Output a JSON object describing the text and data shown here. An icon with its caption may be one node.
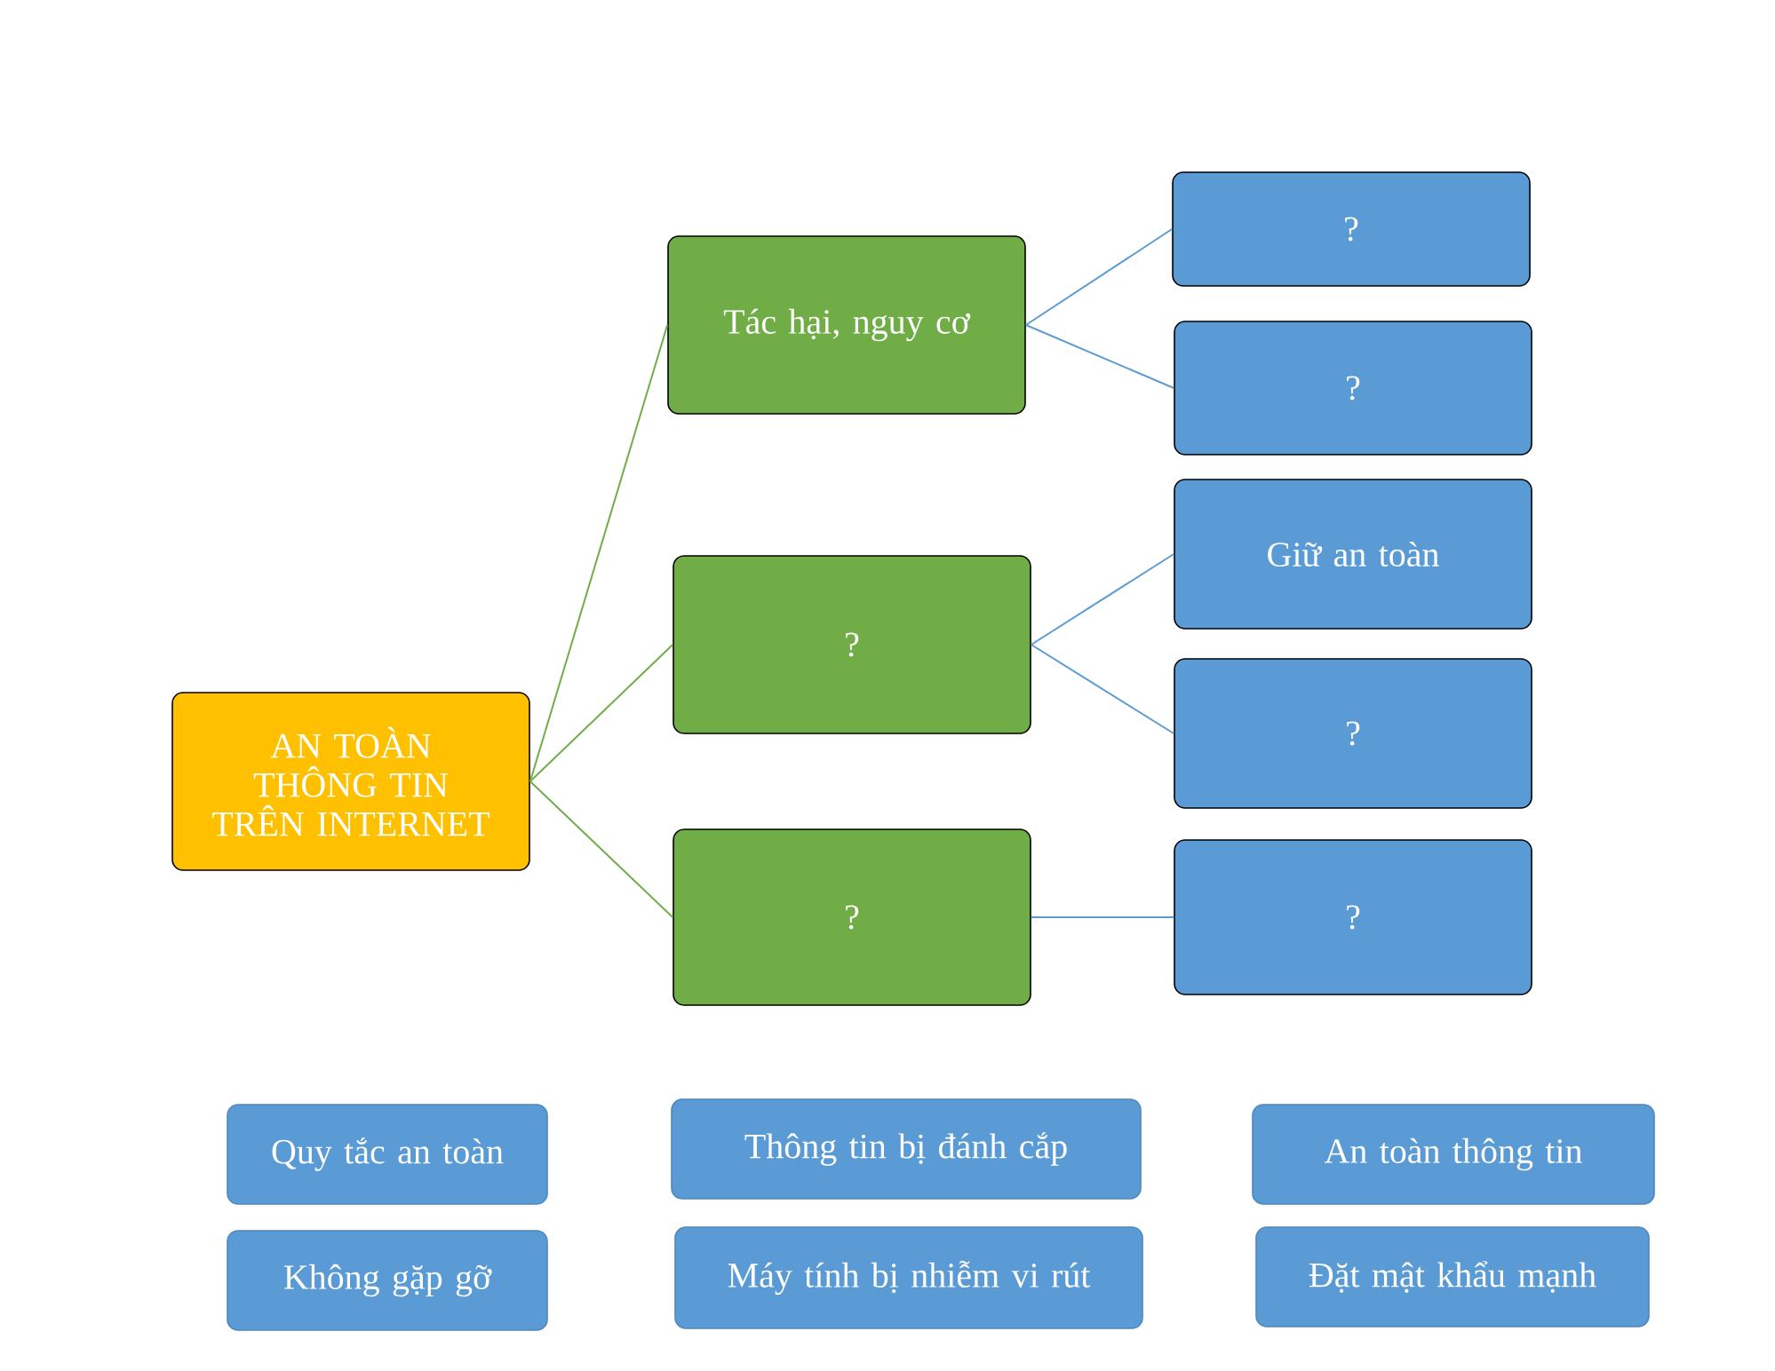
{
  "diagram": {
    "nodes": [
      {
        "text": [
          "AN TOÀN THÔNG TIN TRÊN INTERNET"
        ]
      },
      {
        "text": [
          "Tác hại, nguy cơ"
        ]
      },
      {
        "text": [
          "?"
        ]
      },
      {
        "text": [
          "?"
        ]
      },
      {
        "text": [
          "?"
        ]
      },
      {
        "text": [
          "?"
        ]
      },
      {
        "text": [
          "Giữ an toàn"
        ]
      },
      {
        "text": [
          "?"
        ]
      },
      {
        "text": [
          "?"
        ]
      },
      {
        "text": [
          "Quy tắc an toàn"
        ]
      },
      {
        "text": [
          "Thông tin bị đánh cắp"
        ]
      },
      {
        "text": [
          "An toàn thông tin"
        ]
      },
      {
        "text": [
          "Không gặp gỡ"
        ]
      },
      {
        "text": [
          "Máy tính bị nhiễm vi rút"
        ]
      },
      {
        "text": [
          "Đặt mật khẩu mạnh"
        ]
      }
    ],
    "edges": [
      {
        "from": 0,
        "to": 1,
        "arrow": "none",
        "color": "#70ad47"
      },
      {
        "from": 0,
        "to": 2,
        "arrow": "none",
        "color": "#70ad47"
      },
      {
        "from": 0,
        "to": 3,
        "arrow": "none",
        "color": "#70ad47"
      },
      {
        "from": 1,
        "to": 4,
        "arrow": "none"
      },
      {
        "from": 1,
        "to": 5,
        "arrow": "none"
      },
      {
        "from": 2,
        "to": 6,
        "arrow": "none"
      },
      {
        "from": 2,
        "to": 7,
        "arrow": "none"
      },
      {
        "from": 3,
        "to": 8,
        "arrow": "none"
      }
    ]
  }
}
